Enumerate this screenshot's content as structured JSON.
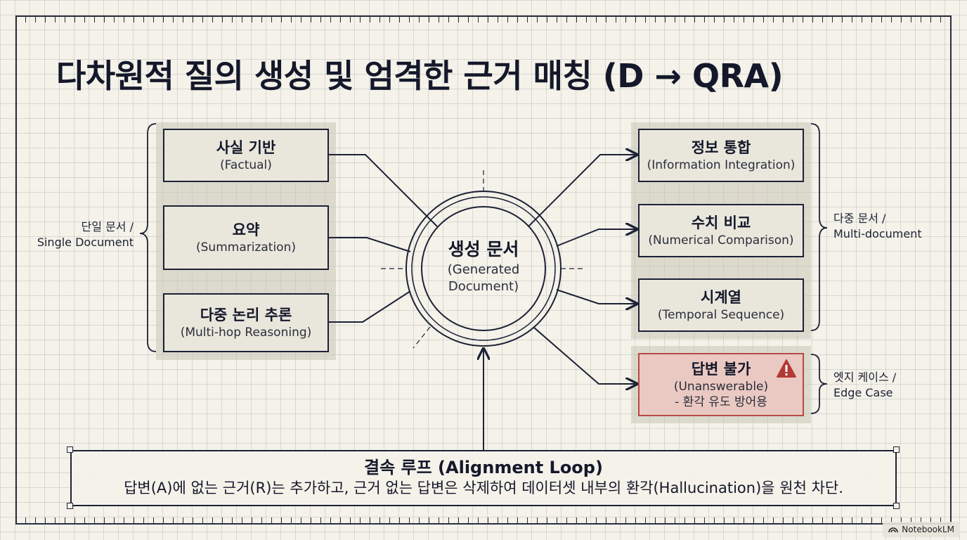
{
  "title": "다차원적 질의 생성 및 엄격한 근거 매칭 (D → QRA)",
  "center": {
    "ko": "생성 문서",
    "en_line1": "(Generated",
    "en_line2": "Document)"
  },
  "left_group": {
    "label_line1": "단일 문서 /",
    "label_line2": "Single Document",
    "items": [
      {
        "ko": "사실 기반",
        "en": "(Factual)"
      },
      {
        "ko": "요약",
        "en": "(Summarization)"
      },
      {
        "ko": "다중 논리 추론",
        "en": "(Multi-hop Reasoning)"
      }
    ]
  },
  "right_group": {
    "label_line1": "다중 문서 /",
    "label_line2": "Multi-document",
    "items": [
      {
        "ko": "정보 통합",
        "en": "(Information Integration)"
      },
      {
        "ko": "수치 비교",
        "en": "(Numerical Comparison)"
      },
      {
        "ko": "시계열",
        "en": "(Temporal Sequence)"
      }
    ]
  },
  "edge_group": {
    "label_line1": "엣지 케이스 /",
    "label_line2": "Edge Case",
    "item": {
      "ko": "답변 불가",
      "en": "(Unanswerable)",
      "note": "- 환각 유도 방어용",
      "icon": "warning-icon"
    }
  },
  "loop": {
    "title": "결속 루프 (Alignment Loop)",
    "desc": "답변(A)에 없는 근거(R)는 추가하고, 근거 없는 답변은 삭제하여 데이터셋 내부의 환각(Hallucination)을 원천 차단."
  },
  "badge": {
    "label": "NotebookLM"
  },
  "colors": {
    "ink": "#1c2235",
    "warning": "#b64a45",
    "warning_fill": "#eac9c2",
    "background": "#f4f2e9"
  }
}
